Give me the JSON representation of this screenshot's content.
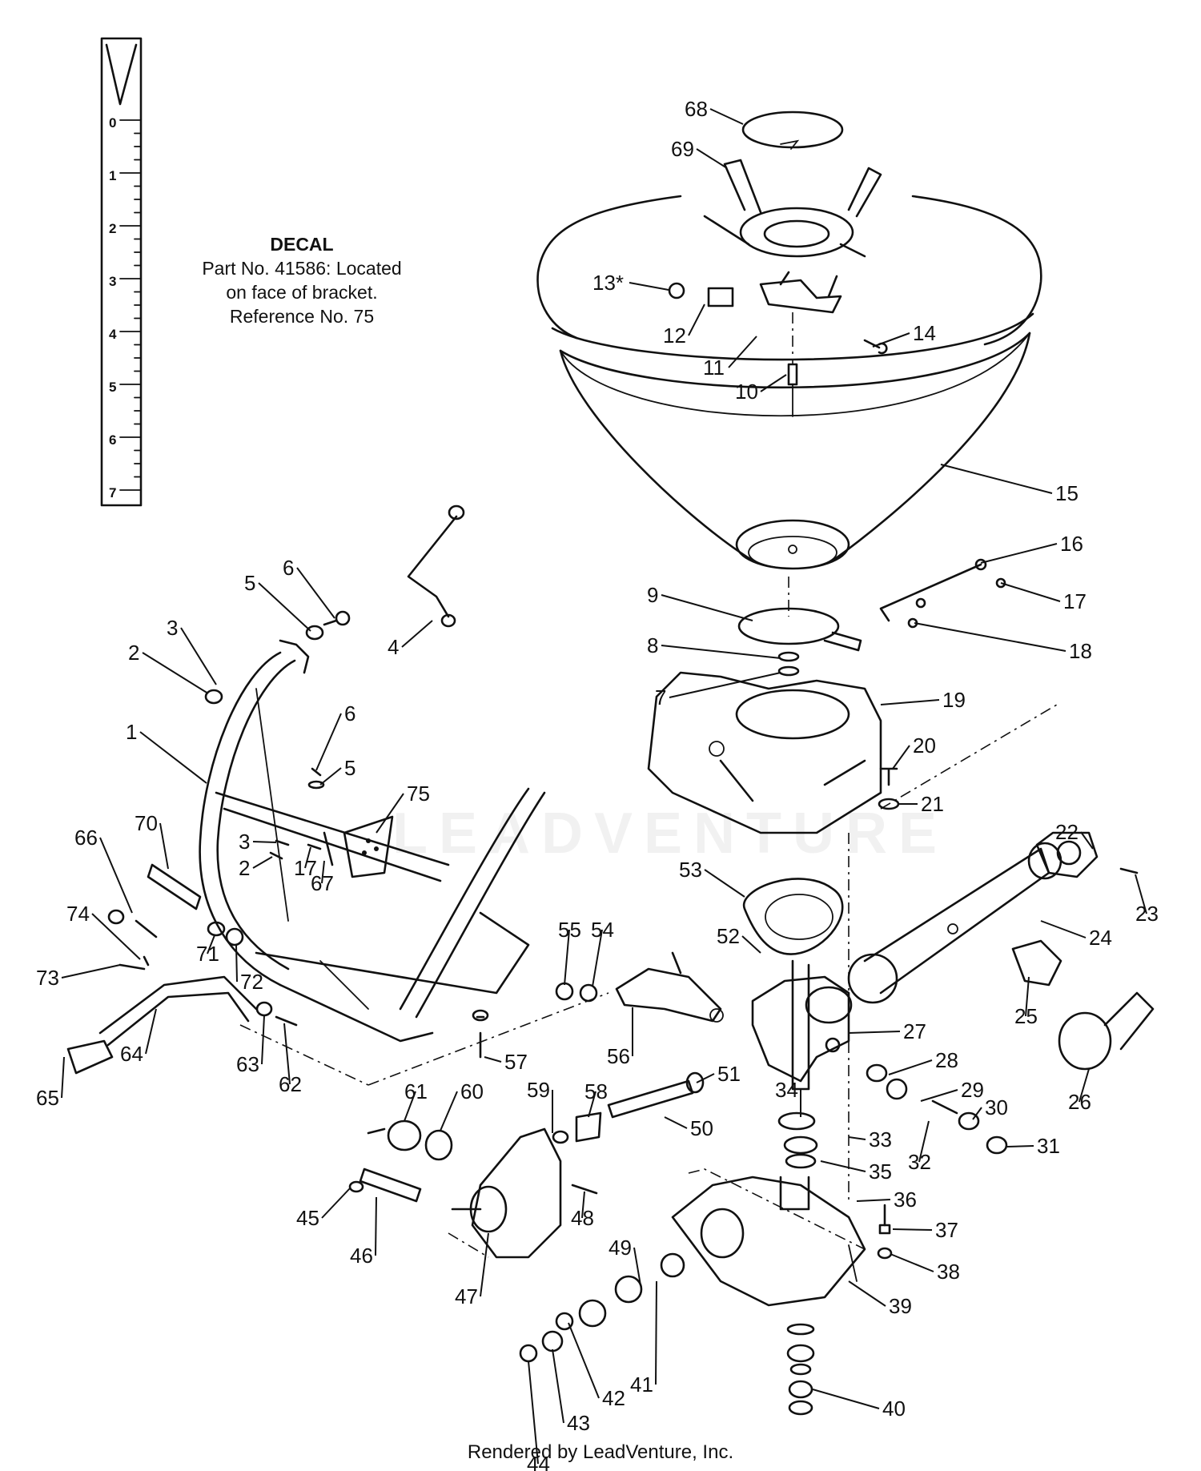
{
  "decal": {
    "title": "DECAL",
    "line1": "Part No. 41586:  Located",
    "line2": "on face of bracket.",
    "line3": "Reference No. 75"
  },
  "ruler": {
    "labels": [
      "0",
      "1",
      "2",
      "3",
      "4",
      "5",
      "6",
      "7"
    ]
  },
  "footer": "Rendered by LeadVenture, Inc.",
  "watermark": "LEADVENTURE",
  "parts": [
    "1",
    "2",
    "3",
    "4",
    "5",
    "6",
    "7",
    "8",
    "9",
    "10",
    "11",
    "12",
    "13*",
    "14",
    "15",
    "16",
    "17",
    "18",
    "19",
    "20",
    "21",
    "22",
    "23",
    "24",
    "25",
    "26",
    "27",
    "28",
    "29",
    "30",
    "31",
    "32",
    "33",
    "34",
    "35",
    "36",
    "37",
    "38",
    "39",
    "40",
    "41",
    "42",
    "43",
    "44",
    "45",
    "46",
    "47",
    "48",
    "49",
    "50",
    "51",
    "52",
    "53",
    "54",
    "55",
    "56",
    "57",
    "58",
    "59",
    "60",
    "61",
    "62",
    "63",
    "64",
    "65",
    "66",
    "67",
    "68",
    "69",
    "70",
    "71",
    "72",
    "73",
    "74",
    "75"
  ]
}
